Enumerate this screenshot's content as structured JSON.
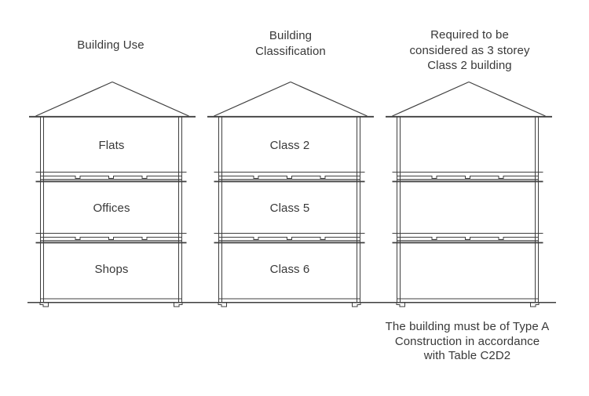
{
  "diagram": {
    "background_color": "#ffffff",
    "line_color": "#3f3f3f",
    "text_color": "#383838",
    "buildings": [
      {
        "title": [
          "Building Use"
        ],
        "floors": [
          "Flats",
          "Offices",
          "Shops"
        ]
      },
      {
        "title": [
          "Building",
          "Classification"
        ],
        "floors": [
          "Class 2",
          "Class 5",
          "Class 6"
        ]
      },
      {
        "title": [
          "Required to be",
          "considered as 3 storey",
          "Class 2 building"
        ],
        "floors": [
          "",
          "",
          ""
        ]
      }
    ],
    "footnote": [
      "The building must be of Type A",
      "Construction in accordance",
      "with Table C2D2"
    ]
  }
}
